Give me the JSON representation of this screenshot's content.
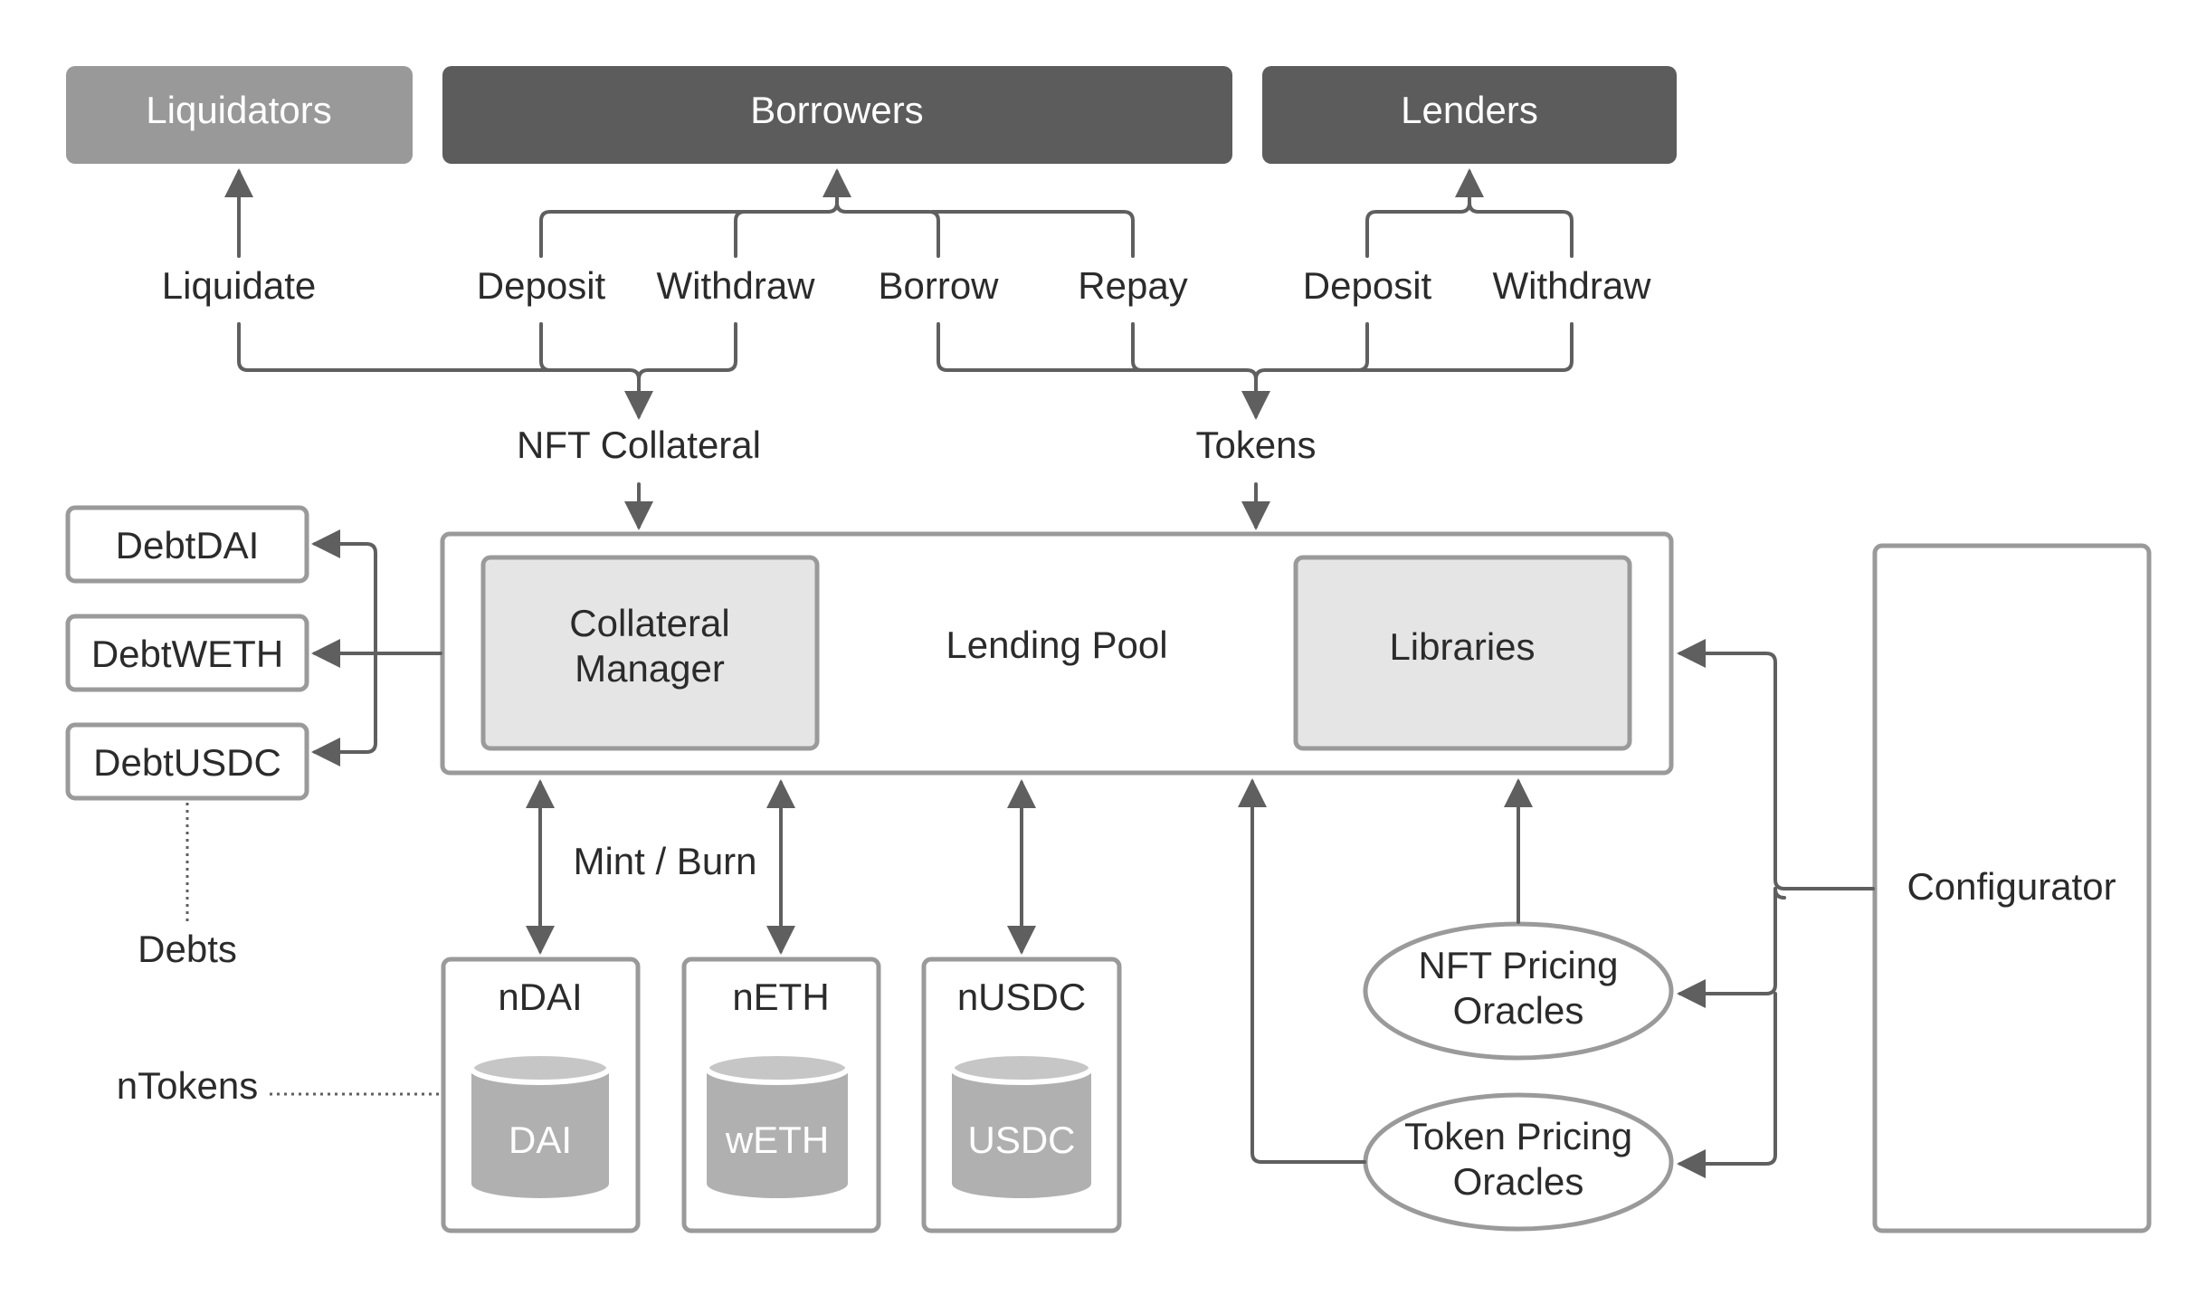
{
  "actors": {
    "liquidators": "Liquidators",
    "borrowers": "Borrowers",
    "lenders": "Lenders"
  },
  "actions": {
    "liquidate": "Liquidate",
    "deposit_borrower": "Deposit",
    "withdraw_borrower": "Withdraw",
    "borrow": "Borrow",
    "repay": "Repay",
    "deposit_lender": "Deposit",
    "withdraw_lender": "Withdraw"
  },
  "flows": {
    "nft_collateral": "NFT Collateral",
    "tokens": "Tokens",
    "mint_burn": "Mint / Burn"
  },
  "pool": {
    "title": "Lending Pool",
    "collateral_manager_line1": "Collateral",
    "collateral_manager_line2": "Manager",
    "libraries": "Libraries"
  },
  "debt_tokens": [
    "DebtDAI",
    "DebtWETH",
    "DebtUSDC"
  ],
  "debts_caption": "Debts",
  "ntokens": [
    {
      "name": "nDAI",
      "asset": "DAI"
    },
    {
      "name": "nETH",
      "asset": "wETH"
    },
    {
      "name": "nUSDC",
      "asset": "USDC"
    }
  ],
  "ntokens_caption": "nTokens",
  "oracles": {
    "nft_line1": "NFT Pricing",
    "nft_line2": "Oracles",
    "token_line1": "Token Pricing",
    "token_line2": "Oracles"
  },
  "configurator": "Configurator",
  "colors": {
    "dark_box": "#5c5c5c",
    "mid_box": "#999999",
    "inner_box": "#e5e5e5",
    "border": "#9a9a9a",
    "line": "#5f5f5f"
  }
}
